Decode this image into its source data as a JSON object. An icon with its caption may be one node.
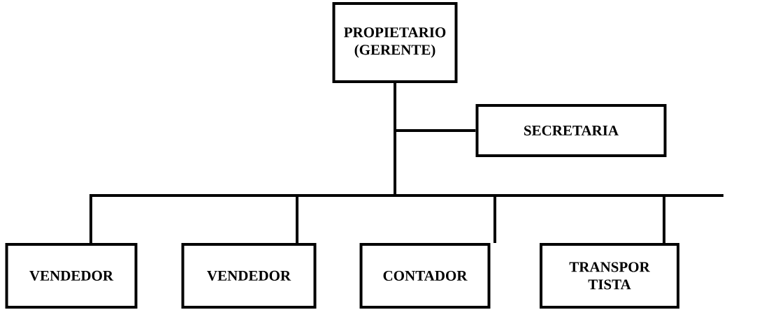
{
  "diagram": {
    "nodes": [
      {
        "text": [
          "PROPIETARIO (GERENTE)"
        ]
      },
      {
        "text": [
          "SECRETARIA"
        ]
      },
      {
        "text": [
          "VENDEDOR"
        ]
      },
      {
        "text": [
          "VENDEDOR"
        ]
      },
      {
        "text": [
          "CONTADOR"
        ]
      },
      {
        "text": [
          "TRANSPOR TISTA"
        ]
      }
    ],
    "edges": [
      {
        "from": 0,
        "to": 1,
        "arrow": "none"
      },
      {
        "from": 0,
        "to": 2,
        "arrow": "none"
      },
      {
        "from": 0,
        "to": 3,
        "arrow": "none"
      },
      {
        "from": 0,
        "to": 4,
        "arrow": "none"
      },
      {
        "from": 0,
        "to": 5,
        "arrow": "none"
      }
    ]
  }
}
